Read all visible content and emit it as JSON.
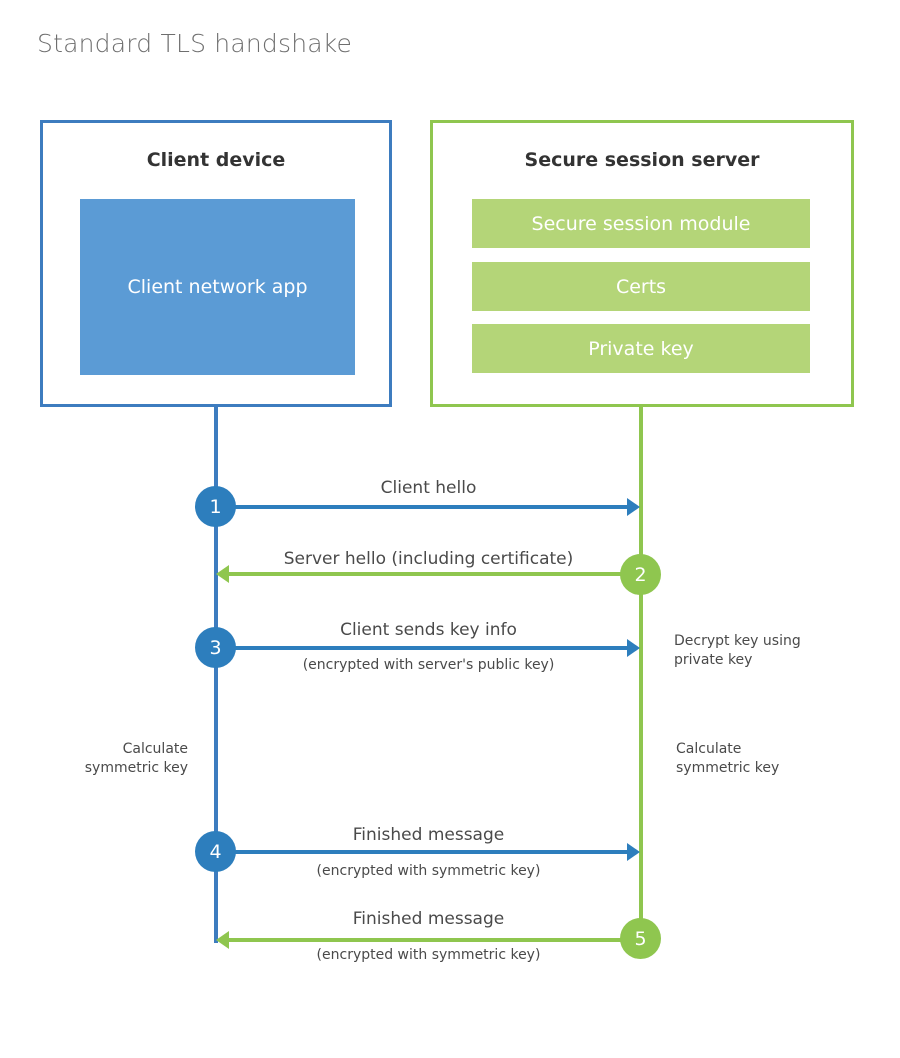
{
  "title": "Standard TLS handshake",
  "client": {
    "title": "Client device",
    "app_label": "Client network app"
  },
  "server": {
    "title": "Secure session server",
    "bars": [
      {
        "label": "Secure session module"
      },
      {
        "label": "Certs"
      },
      {
        "label": "Private key"
      }
    ]
  },
  "steps": [
    {
      "number": "1",
      "label": "Client hello",
      "sublabel": "",
      "direction": "client-to-server",
      "color": "#2d7ebd"
    },
    {
      "number": "2",
      "label": "Server hello (including certificate)",
      "sublabel": "",
      "direction": "server-to-client",
      "color": "#8fc64f"
    },
    {
      "number": "3",
      "label": "Client sends key info",
      "sublabel": "(encrypted with server's public key)",
      "direction": "client-to-server",
      "color": "#2d7ebd"
    },
    {
      "number": "4",
      "label": "Finished message",
      "sublabel": "(encrypted with symmetric key)",
      "direction": "client-to-server",
      "color": "#2d7ebd"
    },
    {
      "number": "5",
      "label": "Finished message",
      "sublabel": "(encrypted with symmetric key)",
      "direction": "server-to-client",
      "color": "#8fc64f"
    }
  ],
  "notes": [
    {
      "id": "decrypt-key-note",
      "text": "Decrypt key using\nprivate key"
    },
    {
      "id": "client-calculate-note",
      "text": "Calculate\nsymmetric key"
    },
    {
      "id": "server-calculate-note",
      "text": "Calculate\nsymmetric key"
    }
  ],
  "colors": {
    "client_accent": "#2d7ebd",
    "client_border": "#3d7cbf",
    "client_fill": "#5b9bd5",
    "server_accent": "#8fc64f",
    "server_border": "#8fc64f",
    "server_bar_fill": "#b4d578",
    "title_text": "#6e6e6e",
    "body_text": "#4a4a4a",
    "background": "#ffffff"
  }
}
